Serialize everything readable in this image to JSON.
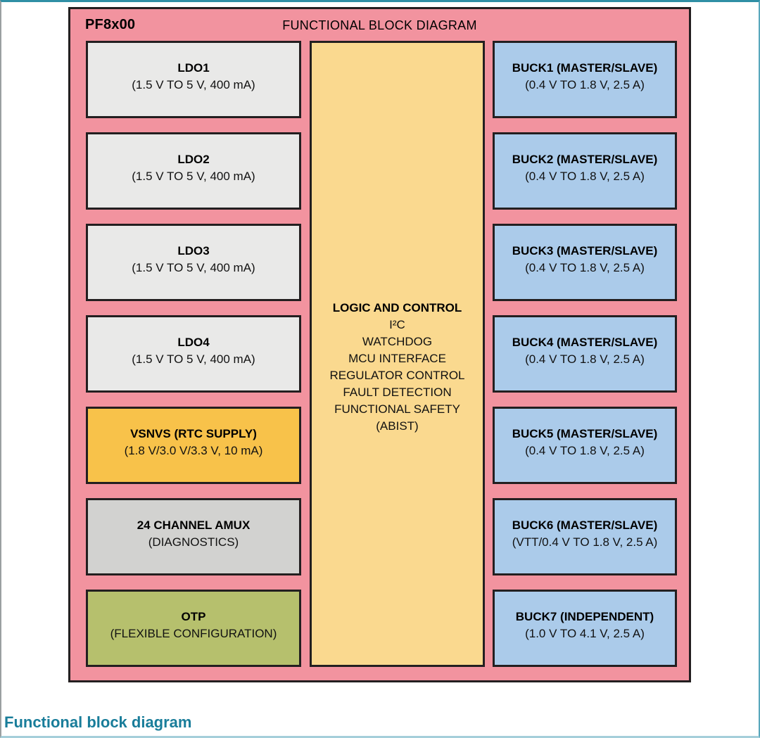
{
  "page": {
    "caption": "Functional block diagram"
  },
  "colors": {
    "panel_pink": "#f2939f",
    "panel_border": "#231f20",
    "ldo_fill": "#e9e9e8",
    "vsnvs_fill": "#f8c24a",
    "amux_fill": "#d2d2d0",
    "otp_fill": "#b6c06d",
    "logic_fill": "#fad98f",
    "buck_fill": "#abcbea",
    "caption_teal": "#197d9a"
  },
  "diagram": {
    "chip_label": "PF8x00",
    "title": "FUNCTIONAL BLOCK DIAGRAM",
    "left_column": [
      {
        "title": "LDO1",
        "subtitle": "(1.5 V TO 5 V, 400 mA)"
      },
      {
        "title": "LDO2",
        "subtitle": "(1.5 V TO 5 V, 400 mA)"
      },
      {
        "title": "LDO3",
        "subtitle": "(1.5 V TO 5 V, 400 mA)"
      },
      {
        "title": "LDO4",
        "subtitle": "(1.5 V TO 5 V, 400 mA)"
      },
      {
        "title": "VSNVS (RTC SUPPLY)",
        "subtitle": "(1.8 V/3.0 V/3.3 V, 10 mA)"
      },
      {
        "title": "24 CHANNEL AMUX",
        "subtitle": "(DIAGNOSTICS)"
      },
      {
        "title": "OTP",
        "subtitle": "(FLEXIBLE CONFIGURATION)"
      }
    ],
    "center_block": {
      "title": "LOGIC AND CONTROL",
      "lines": [
        "I²C",
        "WATCHDOG",
        "MCU INTERFACE",
        "REGULATOR CONTROL",
        "FAULT DETECTION",
        "FUNCTIONAL SAFETY",
        "(ABIST)"
      ]
    },
    "right_column": [
      {
        "title": "BUCK1 (MASTER/SLAVE)",
        "subtitle": "(0.4 V TO 1.8 V, 2.5 A)"
      },
      {
        "title": "BUCK2 (MASTER/SLAVE)",
        "subtitle": "(0.4 V TO 1.8 V, 2.5 A)"
      },
      {
        "title": "BUCK3 (MASTER/SLAVE)",
        "subtitle": "(0.4 V TO 1.8 V, 2.5 A)"
      },
      {
        "title": "BUCK4 (MASTER/SLAVE)",
        "subtitle": "(0.4 V TO 1.8 V, 2.5 A)"
      },
      {
        "title": "BUCK5 (MASTER/SLAVE)",
        "subtitle": "(0.4 V TO 1.8 V, 2.5 A)"
      },
      {
        "title": "BUCK6 (MASTER/SLAVE)",
        "subtitle": "(VTT/0.4 V TO 1.8 V, 2.5 A)"
      },
      {
        "title": "BUCK7 (INDEPENDENT)",
        "subtitle": "(1.0 V TO 4.1 V, 2.5 A)"
      }
    ]
  }
}
